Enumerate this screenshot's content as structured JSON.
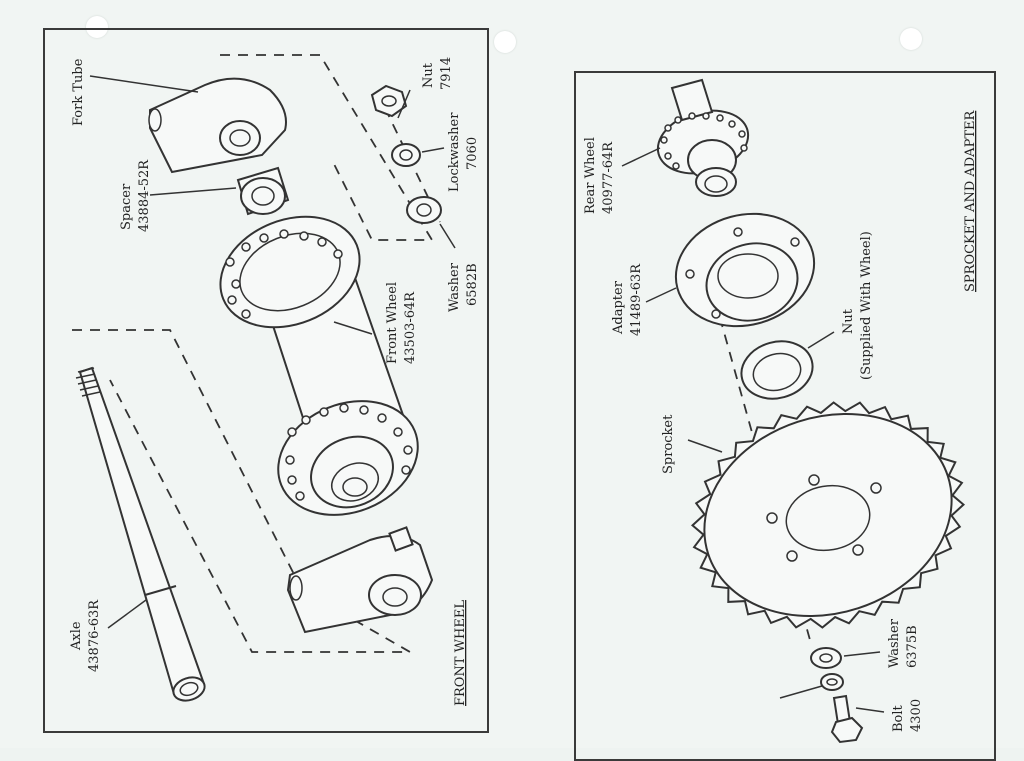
{
  "left_panel": {
    "title": "FRONT WHEEL",
    "labels": {
      "fork_tube": "Fork Tube",
      "spacer_name": "Spacer",
      "spacer_no": "43884-52R",
      "nut_name": "Nut",
      "nut_no": "7914",
      "lockwasher_name": "Lockwasher",
      "lockwasher_no": "7060",
      "front_wheel_name": "Front Wheel",
      "front_wheel_no": "43503-64R",
      "washer_name": "Washer",
      "washer_no": "6582B",
      "axle_name": "Axle",
      "axle_no": "43876-63R"
    }
  },
  "right_panel": {
    "title": "SPROCKET AND ADAPTER",
    "labels": {
      "rear_wheel_name": "Rear Wheel",
      "rear_wheel_no": "40977-64R",
      "adapter_name": "Adapter",
      "adapter_no": "41489-63R",
      "nut_name": "Nut",
      "nut_note": "(Supplied With Wheel)",
      "sprocket_name": "Sprocket",
      "washer_name": "Washer",
      "washer_no": "6375B",
      "bolt_name": "Bolt",
      "bolt_no": "4300"
    }
  }
}
